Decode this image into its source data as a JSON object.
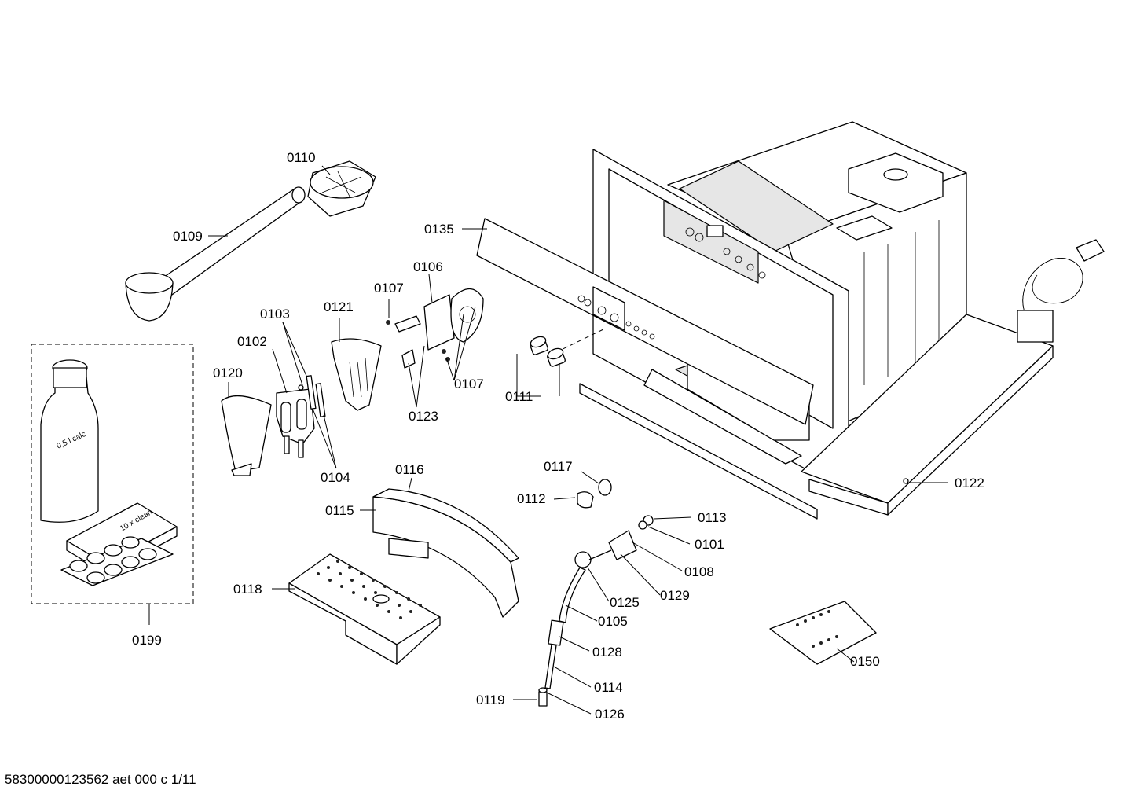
{
  "footer": "58300000123562 aet 000 c 1/11",
  "labels": {
    "p0110": "0110",
    "p0109": "0109",
    "p0135": "0135",
    "p0106": "0106",
    "p0107a": "0107",
    "p0107b": "0107",
    "p0121": "0121",
    "p0103": "0103",
    "p0102": "0102",
    "p0120": "0120",
    "p0104": "0104",
    "p0123": "0123",
    "p0111": "0111",
    "p0116": "0116",
    "p0115": "0115",
    "p0117": "0117",
    "p0112": "0112",
    "p0113": "0113",
    "p0101": "0101",
    "p0108": "0108",
    "p0129": "0129",
    "p0125": "0125",
    "p0105": "0105",
    "p0128": "0128",
    "p0114": "0114",
    "p0119": "0119",
    "p0126": "0126",
    "p0118": "0118",
    "p0199": "0199",
    "p0122": "0122",
    "p0150": "0150"
  },
  "product_text": {
    "descaler_bottle": "0,5 l calc",
    "cleaning_tablets": "10 x clean"
  }
}
